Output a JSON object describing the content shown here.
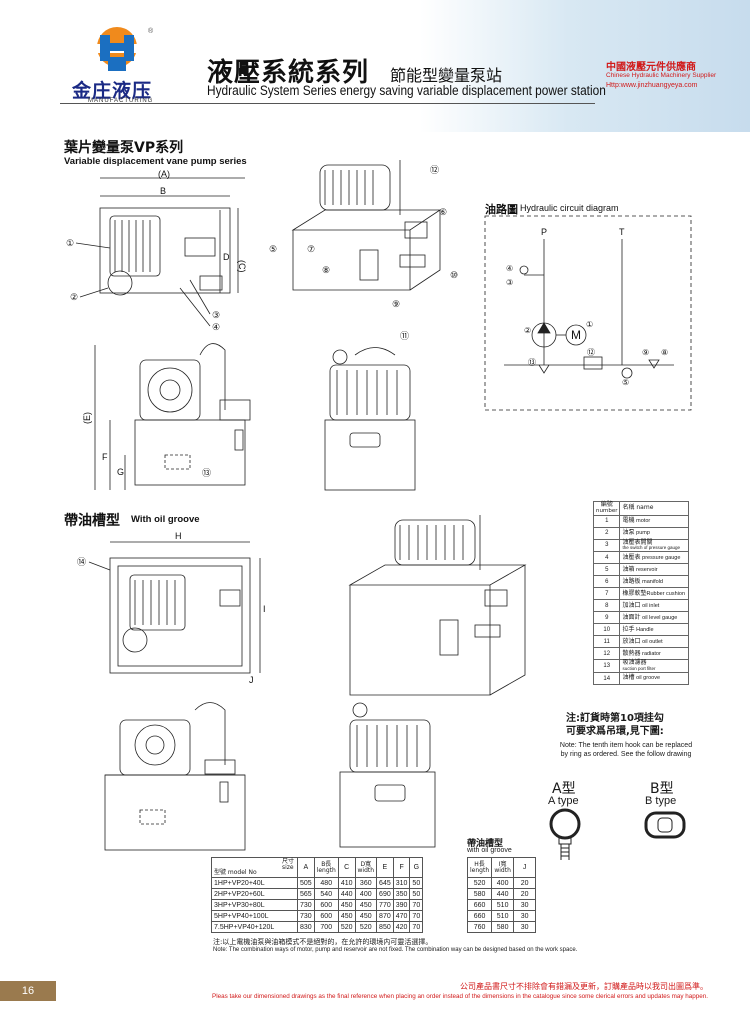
{
  "header": {
    "logo_text": "金庄液压",
    "logo_sub": "MANUFACTURING",
    "title_cn": "液壓系統系列",
    "title_cn_sub": "節能型變量泵站",
    "title_en": "Hydraulic System Series  energy saving variable displacement power station",
    "supplier_cn": "中國液壓元件供應商",
    "supplier_en": "Chinese Hydraulic Machinery Supplier",
    "supplier_url": "Http:www.jinzhuangyeya.com"
  },
  "sections": {
    "vane_cn": "葉片變量泵VP系列",
    "vane_en": "Variable displacement vane pump series",
    "groove_cn": "帶油槽型",
    "groove_en": "With oil groove",
    "circuit_cn": "油路圖",
    "circuit_en": "Hydraulic circuit diagram"
  },
  "dimension_labels": {
    "A_paren": "(A)",
    "B": "B",
    "D": "D",
    "C_paren": "(C)",
    "E_paren": "(E)",
    "F": "F",
    "G": "G",
    "H": "H",
    "I": "I",
    "J": "J"
  },
  "callouts": [
    "①",
    "②",
    "③",
    "④",
    "⑤",
    "⑥",
    "⑦",
    "⑧",
    "⑨",
    "⑩",
    "⑪",
    "⑫",
    "⑬",
    "⑭"
  ],
  "circuit": {
    "P": "P",
    "T": "T",
    "M": "M"
  },
  "legend": {
    "header_number_cn": "編號",
    "header_number_en": "number",
    "header_name": "名稱 name",
    "rows": [
      {
        "n": "1",
        "cn": "電機",
        "en": "motor"
      },
      {
        "n": "2",
        "cn": "油泵",
        "en": "pump"
      },
      {
        "n": "3",
        "cn": "油壓表開關",
        "en": "the switch of pressure gauge"
      },
      {
        "n": "4",
        "cn": "油壓表",
        "en": "pressure gauge"
      },
      {
        "n": "5",
        "cn": "油箱",
        "en": "reservoir"
      },
      {
        "n": "6",
        "cn": "油路板",
        "en": "manifold"
      },
      {
        "n": "7",
        "cn": "橡膠軟墊",
        "en": "Rubber cushion"
      },
      {
        "n": "8",
        "cn": "加油口",
        "en": "oil inlet"
      },
      {
        "n": "9",
        "cn": "油面計",
        "en": "oil level gauge"
      },
      {
        "n": "10",
        "cn": "拉手",
        "en": "Handle"
      },
      {
        "n": "11",
        "cn": "放油口",
        "en": "oil outlet"
      },
      {
        "n": "12",
        "cn": "散熱器",
        "en": "radiator"
      },
      {
        "n": "13",
        "cn": "吸油濾器",
        "en": "suction port filter"
      },
      {
        "n": "14",
        "cn": "油槽",
        "en": "oil groove"
      }
    ]
  },
  "note": {
    "cn_line1": "注:訂貨時第10項挂勾",
    "cn_line2": "可要求爲吊環,見下圖:",
    "en": "Note: The tenth item hook can be replaced by ring as ordered. See the follow drawing",
    "type_a_cn": "A型",
    "type_a_en": "A type",
    "type_b_cn": "B型",
    "type_b_en": "B type"
  },
  "dims_table": {
    "size_label": "尺寸\nsize",
    "model_label": "型號 model No",
    "headers": [
      "A",
      "B長\nlength",
      "C",
      "D寬\nwidth",
      "E",
      "F",
      "G"
    ],
    "rows": [
      {
        "model": "1HP+VP20+40L",
        "vals": [
          "505",
          "480",
          "410",
          "360",
          "645",
          "310",
          "50"
        ]
      },
      {
        "model": "2HP+VP20+60L",
        "vals": [
          "565",
          "540",
          "440",
          "400",
          "690",
          "350",
          "50"
        ]
      },
      {
        "model": "3HP+VP30+80L",
        "vals": [
          "730",
          "600",
          "450",
          "450",
          "770",
          "390",
          "70"
        ]
      },
      {
        "model": "5HP+VP40+100L",
        "vals": [
          "730",
          "600",
          "450",
          "450",
          "870",
          "470",
          "70"
        ]
      },
      {
        "model": "7.5HP+VP40+120L",
        "vals": [
          "830",
          "700",
          "520",
          "520",
          "850",
          "420",
          "70"
        ]
      }
    ]
  },
  "groove_table": {
    "title_cn": "帶油槽型",
    "title_en": "with oil groove",
    "headers": [
      "H長\nlength",
      "I寬\nwidth",
      "J"
    ],
    "rows": [
      [
        "520",
        "400",
        "20"
      ],
      [
        "580",
        "440",
        "20"
      ],
      [
        "660",
        "510",
        "30"
      ],
      [
        "660",
        "510",
        "30"
      ],
      [
        "760",
        "580",
        "30"
      ]
    ]
  },
  "table_note": {
    "cn": "注:以上電機油泵與油箱模式不是絕對的，在允許的環境内可靈活選擇。",
    "en": "Note: The combination ways of motor, pump and reservoir are not fixed. The combination way can be designed based on the work space."
  },
  "footer": {
    "page": "16",
    "cn": "公司產品書尺寸不排除會有錯漏及更新，訂購產品時以我司出圖爲準。",
    "en": "Pleas take our dimensioned drawings as the final reference when placing an order instead of the dimensions in the catalogue since some clerical errors and updates may happen."
  },
  "colors": {
    "brand_blue": "#1b2a85",
    "brand_orange": "#f08a1c",
    "accent_red": "#d11a1a",
    "page_tab": "#9a7a4e"
  }
}
